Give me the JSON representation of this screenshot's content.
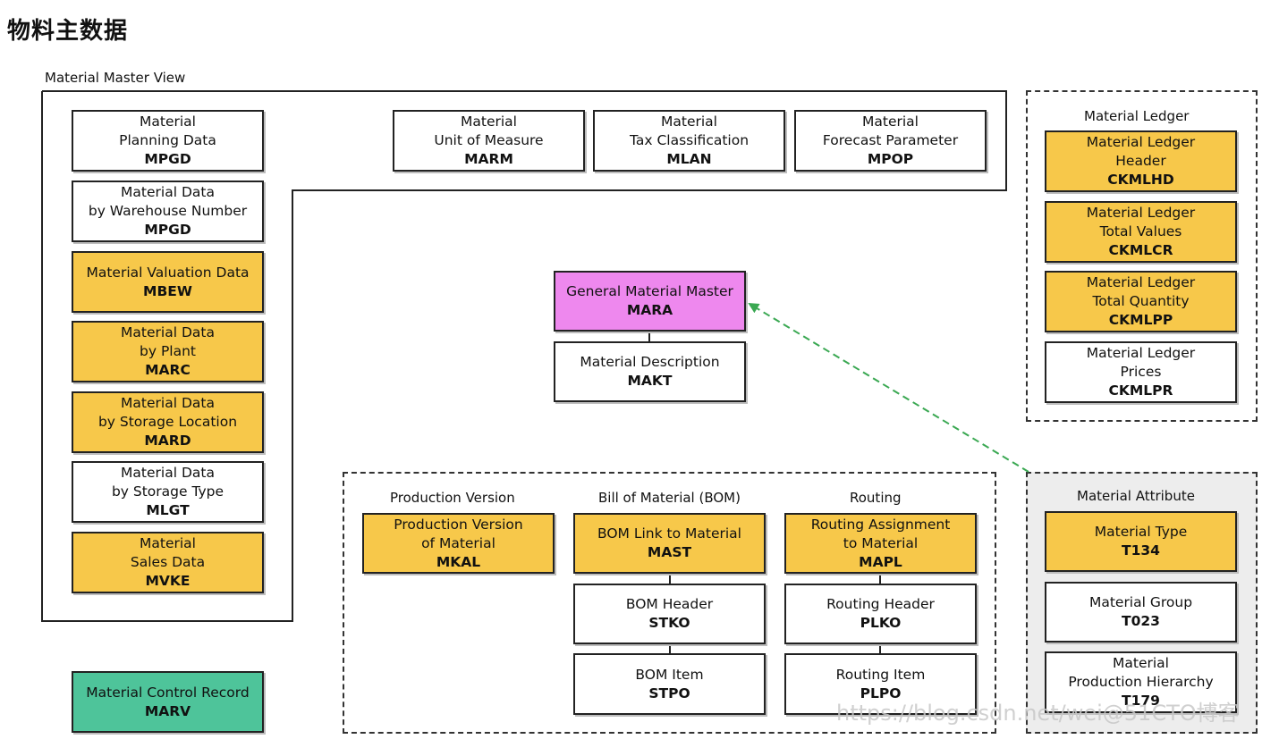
{
  "page_title": "物料主数据",
  "groups": {
    "material_master_view": "Material Master View",
    "material_ledger": "Material Ledger",
    "production_version": "Production Version",
    "bom": "Bill of Material (BOM)",
    "routing": "Routing",
    "material_attribute": "Material Attribute"
  },
  "boxes": {
    "mpgd1": {
      "lines": [
        "Material",
        "Planning Data"
      ],
      "code": "MPGD"
    },
    "mpgd2": {
      "lines": [
        "Material Data",
        "by Warehouse Number"
      ],
      "code": "MPGD"
    },
    "mbew": {
      "lines": [
        "Material Valuation Data"
      ],
      "code": "MBEW"
    },
    "marc": {
      "lines": [
        "Material Data",
        "by Plant"
      ],
      "code": "MARC"
    },
    "mard": {
      "lines": [
        "Material Data",
        "by Storage Location"
      ],
      "code": "MARD"
    },
    "mlgt": {
      "lines": [
        "Material Data",
        "by Storage Type"
      ],
      "code": "MLGT"
    },
    "mvke": {
      "lines": [
        "Material",
        "Sales Data"
      ],
      "code": "MVKE"
    },
    "marm": {
      "lines": [
        "Material",
        "Unit of Measure"
      ],
      "code": "MARM"
    },
    "mlan": {
      "lines": [
        "Material",
        "Tax Classification"
      ],
      "code": "MLAN"
    },
    "mpop": {
      "lines": [
        "Material",
        "Forecast Parameter"
      ],
      "code": "MPOP"
    },
    "mara": {
      "lines": [
        "General Material Master"
      ],
      "code": "MARA"
    },
    "makt": {
      "lines": [
        "Material Description"
      ],
      "code": "MAKT"
    },
    "ckmlhd": {
      "lines": [
        "Material Ledger",
        "Header"
      ],
      "code": "CKMLHD"
    },
    "ckmlcr": {
      "lines": [
        "Material Ledger",
        "Total Values"
      ],
      "code": "CKMLCR"
    },
    "ckmlpp": {
      "lines": [
        "Material Ledger",
        "Total Quantity"
      ],
      "code": "CKMLPP"
    },
    "ckmlpr": {
      "lines": [
        "Material Ledger",
        "Prices"
      ],
      "code": "CKMLPR"
    },
    "mkal": {
      "lines": [
        "Production Version",
        "of Material"
      ],
      "code": "MKAL"
    },
    "mast": {
      "lines": [
        "BOM Link to Material"
      ],
      "code": "MAST"
    },
    "stko": {
      "lines": [
        "BOM Header"
      ],
      "code": "STKO"
    },
    "stpo": {
      "lines": [
        "BOM Item"
      ],
      "code": "STPO"
    },
    "mapl": {
      "lines": [
        "Routing Assignment",
        "to Material"
      ],
      "code": "MAPL"
    },
    "plko": {
      "lines": [
        "Routing Header"
      ],
      "code": "PLKO"
    },
    "plpo": {
      "lines": [
        "Routing Item"
      ],
      "code": "PLPO"
    },
    "t134": {
      "lines": [
        "Material Type"
      ],
      "code": "T134"
    },
    "t023": {
      "lines": [
        "Material Group"
      ],
      "code": "T023"
    },
    "t179": {
      "lines": [
        "Material",
        "Production Hierarchy"
      ],
      "code": "T179"
    },
    "marv": {
      "lines": [
        "Material Control Record"
      ],
      "code": "MARV"
    }
  },
  "watermark": "https://blog.csdn.net/wei@51CTO博客",
  "colors": {
    "yellow": "#f7c84a",
    "pink": "#ee88ee",
    "green": "#4ec49a",
    "arrow": "#3aa852"
  }
}
